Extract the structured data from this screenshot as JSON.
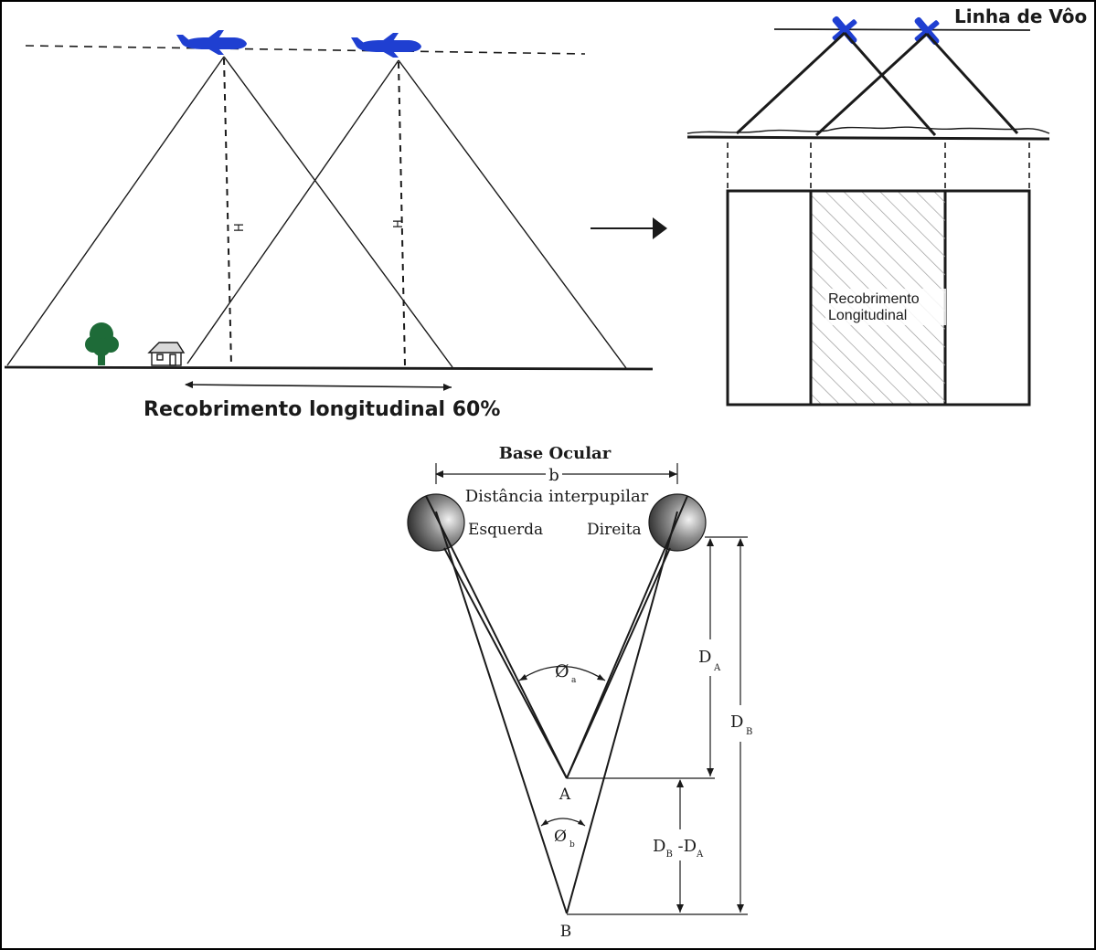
{
  "colors": {
    "ink": "#1a1a1a",
    "plane": "#1f3fd1",
    "tree": "#1e6b38",
    "hatch": "#9a9a9a"
  },
  "icons": {
    "plane": "airplane-icon",
    "tree": "tree-icon",
    "house": "house-icon",
    "eye": "eye-icon"
  },
  "top_left": {
    "h_label_1": "H",
    "h_label_2": "H",
    "overlap_caption": "Recobrimento longitudinal 60%"
  },
  "top_right": {
    "flight_line_label": "Linha de Vôo",
    "overlap_label_line1": "Recobrimento",
    "overlap_label_line2": "Longitudinal"
  },
  "bottom": {
    "title": "Base Ocular",
    "base_symbol": "b",
    "subtitle": "Distância interpupilar",
    "left_eye": "Esquerda",
    "right_eye": "Direita",
    "angle_a": "Ø",
    "angle_a_sub": "a",
    "angle_b": "Ø",
    "angle_b_sub": "b",
    "point_a": "A",
    "point_b": "B",
    "dist_a": "D",
    "dist_a_sub": "A",
    "dist_b": "D",
    "dist_b_sub": "B",
    "diff_d1": "D",
    "diff_sub1": "B",
    "diff_mid": " -D",
    "diff_sub2": "A"
  }
}
